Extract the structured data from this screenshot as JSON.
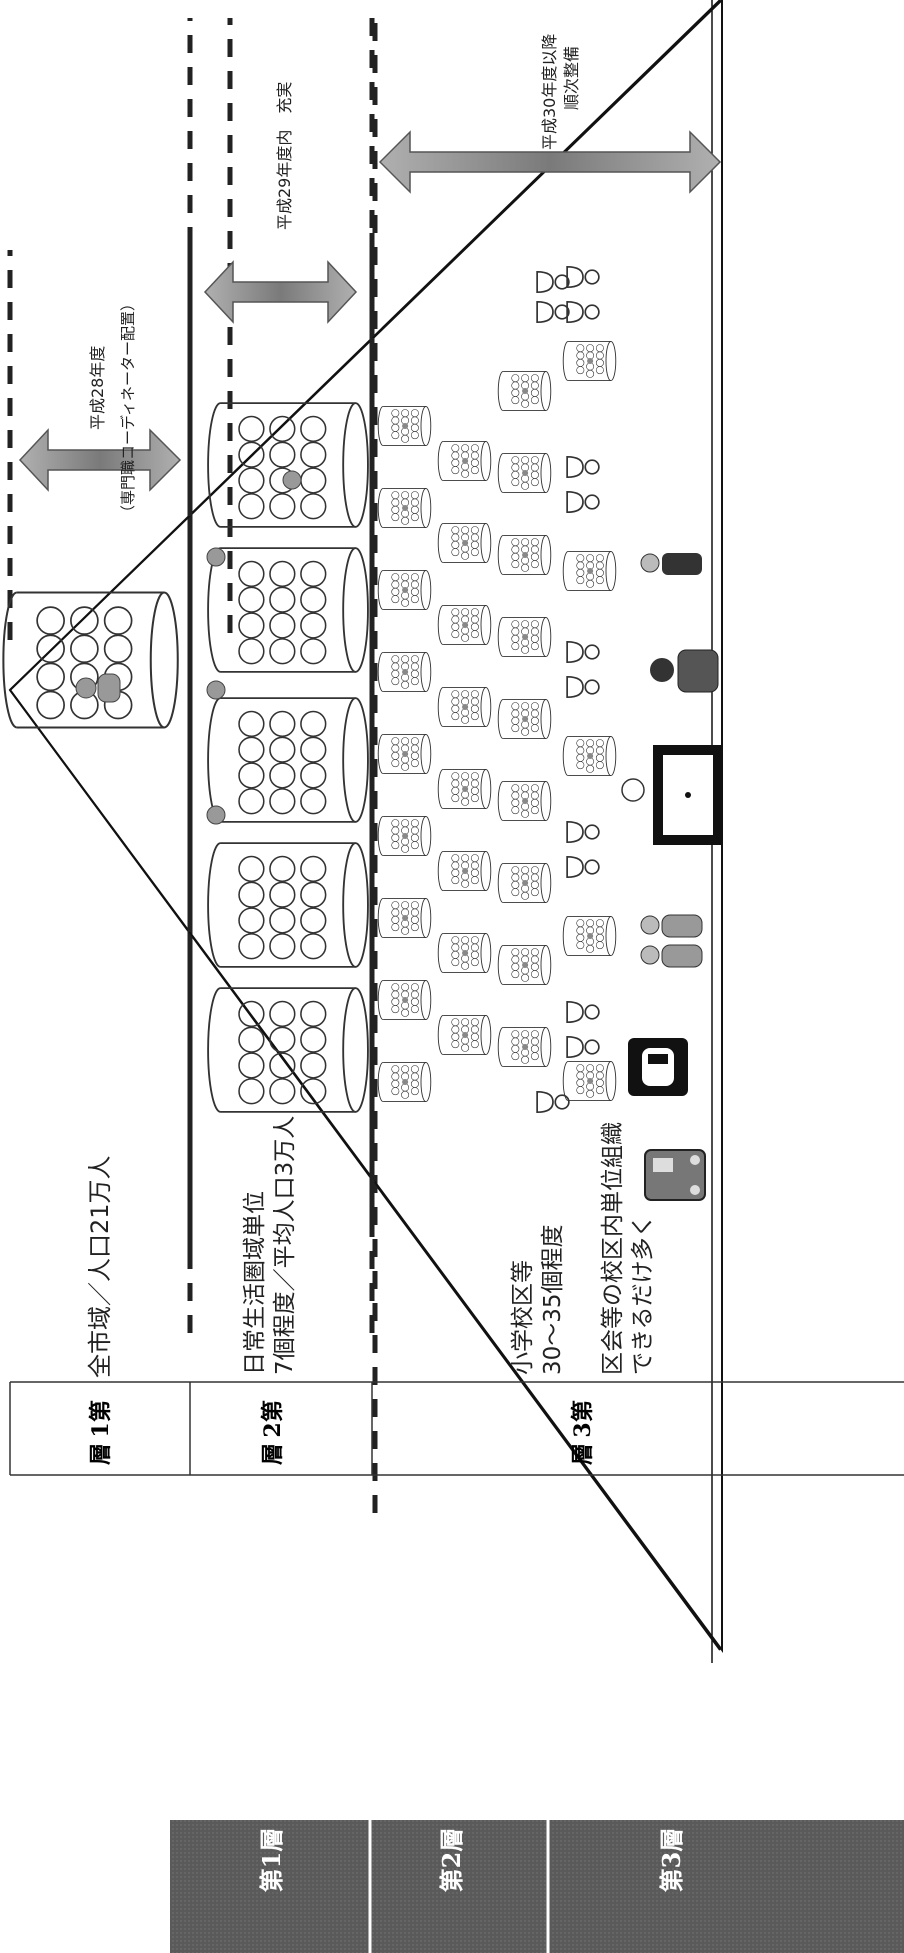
{
  "tiers": [
    {
      "name": "第1層",
      "chars": [
        "第",
        "1",
        "層"
      ],
      "description_lines": [
        "全市域／人口21万人"
      ],
      "period_lines": [
        "平成28年度",
        "（専門職コーディネーター配置）"
      ]
    },
    {
      "name": "第2層",
      "chars": [
        "第",
        "2",
        "層"
      ],
      "description_lines": [
        "日常生活圏域単位",
        "7個程度／平均人口3万人"
      ],
      "period_lines": [
        "平成29年度内　充実"
      ]
    },
    {
      "name": "第3層",
      "chars": [
        "第",
        "3",
        "層"
      ],
      "description_lines": [
        "小学校区等",
        "30～35個程度",
        "区会等の校区内単位組織",
        "できるだけ多く"
      ],
      "period_lines": [
        "平成30年度以降",
        "順次整備"
      ]
    }
  ],
  "colors": {
    "arrow": "#8a8a8a",
    "dashed_line": "#222222",
    "dark_bar": "#555555",
    "dark_bar_text": "#ffffff"
  }
}
